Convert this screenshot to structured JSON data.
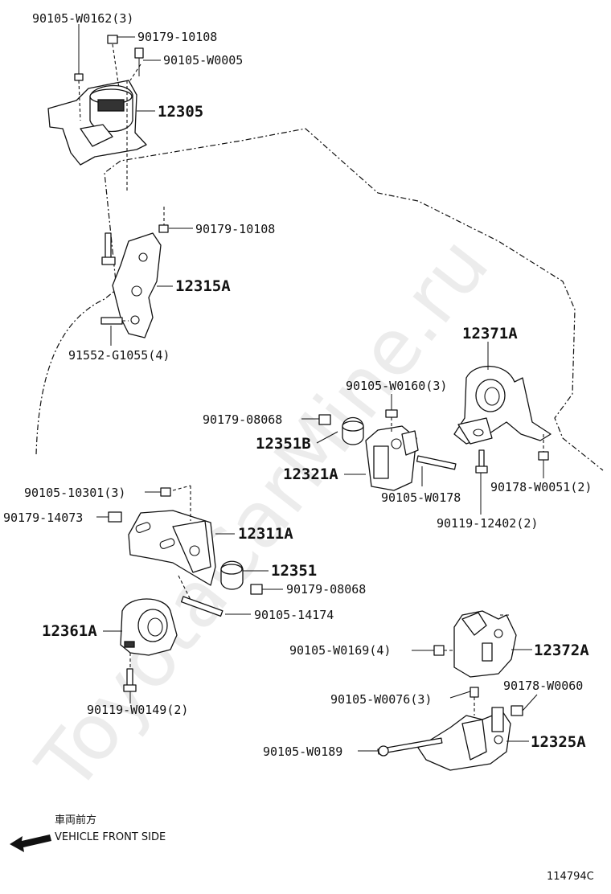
{
  "watermark": "ToyotaCarMine.ru",
  "figure_id": "114794C",
  "direction": {
    "japanese": "車両前方",
    "english": "VEHICLE FRONT SIDE"
  },
  "labels": {
    "l1": "90105-W0162(3)",
    "l2": "90179-10108",
    "l3": "90105-W0005",
    "l4": "12305",
    "l5": "90179-10108",
    "l6": "12315A",
    "l7": "91552-G1055(4)",
    "l8": "12371A",
    "l9": "90105-W0160(3)",
    "l10": "90179-08068",
    "l11": "12351B",
    "l12": "12321A",
    "l13": "90105-W0178",
    "l14": "90178-W0051(2)",
    "l15": "90119-12402(2)",
    "l16": "90105-10301(3)",
    "l17": "90179-14073",
    "l18": "12311A",
    "l19": "12351",
    "l20": "90179-08068",
    "l21": "90105-14174",
    "l22": "12361A",
    "l23": "90119-W0149(2)",
    "l24": "90105-W0169(4)",
    "l25": "12372A",
    "l26": "90105-W0076(3)",
    "l27": "90178-W0060",
    "l28": "12325A",
    "l29": "90105-W0189"
  }
}
